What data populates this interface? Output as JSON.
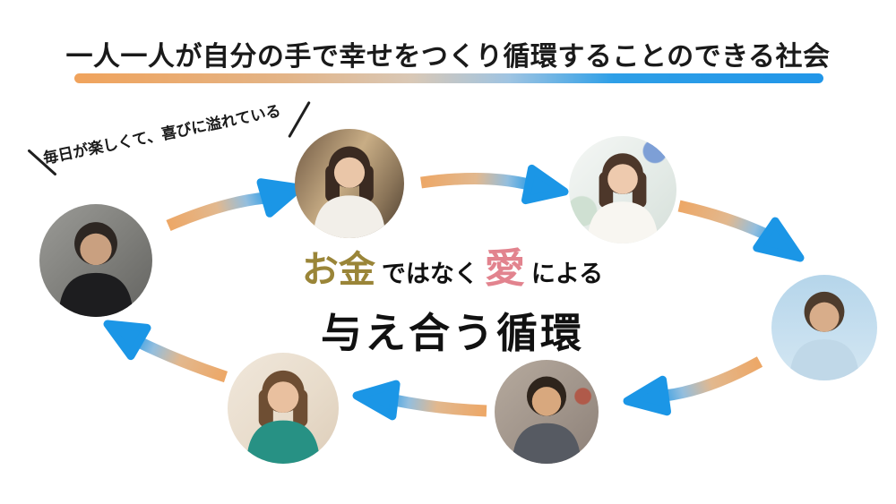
{
  "header": {
    "title": "一人一人が自分の手で幸せをつくり循環することのできる社会"
  },
  "callout": {
    "text": "毎日が楽しくて、喜びに溢れている"
  },
  "center_message": {
    "money": "お金",
    "connector1": "ではなく",
    "love": "愛",
    "connector2": "による",
    "line2": "与え合う循環"
  },
  "colors": {
    "text_black": "#1A1A1A",
    "money_gold": "#9A8538",
    "love_pink": "#E2838E",
    "gradient_orange": "#F0A35C",
    "gradient_blue": "#2196E8",
    "arrow_orange": "#EDA766",
    "arrow_blue": "#1B96E6"
  },
  "people": [
    {
      "id": "man-black-shirt",
      "photo": "man in black t-shirt against gray concrete wall"
    },
    {
      "id": "woman-white-coat",
      "photo": "smiling long-haired woman in white coat in a shop"
    },
    {
      "id": "woman-white-top",
      "photo": "woman in white top touching her shoulder in bright room"
    },
    {
      "id": "man-blue-shirt",
      "photo": "man with tousled hair in light blue shirt under blue sky"
    },
    {
      "id": "man-city-street",
      "photo": "smiling young man on a blurred city street"
    },
    {
      "id": "woman-glasses",
      "photo": "laughing woman with glasses in teal sweater"
    }
  ],
  "flow": {
    "arrow_count": 6,
    "arrows": [
      {
        "from": "man-black-shirt",
        "to": "woman-white-coat"
      },
      {
        "from": "woman-white-coat",
        "to": "woman-white-top"
      },
      {
        "from": "woman-white-top",
        "to": "man-blue-shirt"
      },
      {
        "from": "man-blue-shirt",
        "to": "man-city-street"
      },
      {
        "from": "man-city-street",
        "to": "woman-glasses"
      },
      {
        "from": "woman-glasses",
        "to": "man-black-shirt"
      }
    ]
  }
}
